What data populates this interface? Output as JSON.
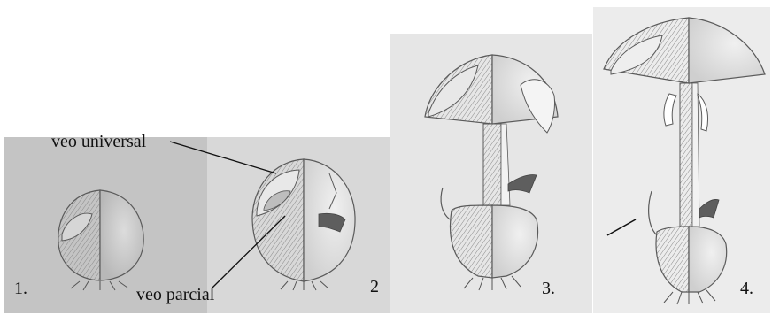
{
  "labels": {
    "universal_veil": "veo universal",
    "partial_veil": "veo parcial"
  },
  "panels": [
    {
      "number": "1."
    },
    {
      "number": "2"
    },
    {
      "number": "3."
    },
    {
      "number": "4."
    }
  ],
  "colors": {
    "panel1_bg": "#c4c4c4",
    "panel2_bg": "#d8d8d8",
    "panel3_bg": "#e6e6e6",
    "panel4_bg": "#ececec",
    "outline": "#5a5a5a",
    "gill_fill": "#5e5e5e"
  }
}
